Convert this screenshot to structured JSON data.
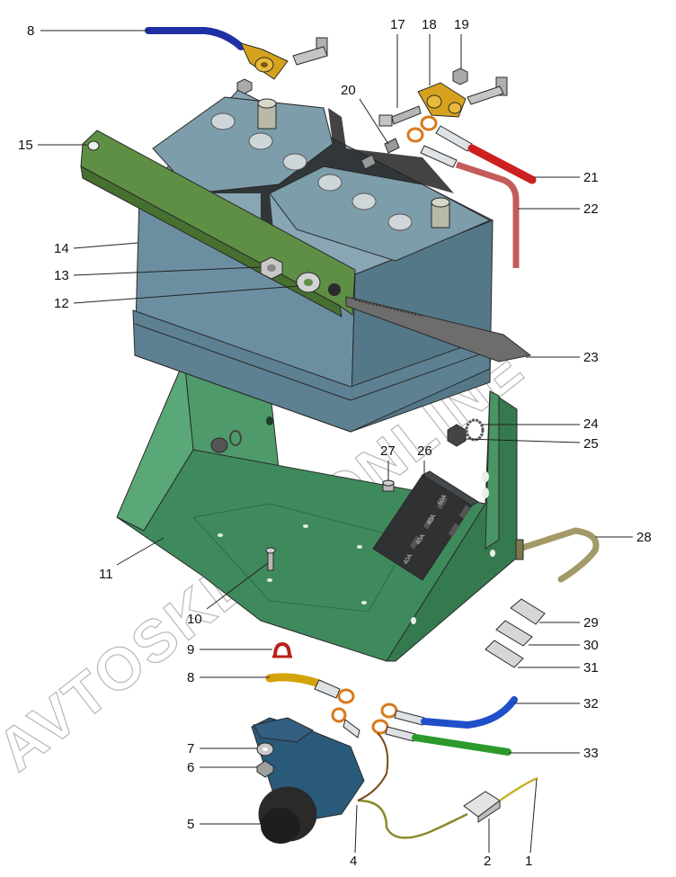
{
  "watermark": "AVTOSKLAD.ONLINE",
  "colors": {
    "battery": "#6b8fa0",
    "battery_top": "#88a6b3",
    "tray": "#3f8a5c",
    "tray_light": "#5aa877",
    "clamp_bar": "#5e8f45",
    "cable_red": "#cc1f1f",
    "cable_blue": "#1f4fc9",
    "cable_green": "#2b9a2b",
    "cable_yellow": "#d4a20a",
    "brass": "#d6a21e",
    "fuse_block": "#2f3133",
    "switch_body": "#2a5a7a"
  },
  "callouts": [
    {
      "id": "1",
      "label": "1"
    },
    {
      "id": "2",
      "label": "2"
    },
    {
      "id": "4",
      "label": "4"
    },
    {
      "id": "5",
      "label": "5"
    },
    {
      "id": "6",
      "label": "6"
    },
    {
      "id": "7",
      "label": "7"
    },
    {
      "id": "8a",
      "label": "8"
    },
    {
      "id": "8b",
      "label": "8"
    },
    {
      "id": "9",
      "label": "9"
    },
    {
      "id": "10",
      "label": "10"
    },
    {
      "id": "11",
      "label": "11"
    },
    {
      "id": "12",
      "label": "12"
    },
    {
      "id": "13",
      "label": "13"
    },
    {
      "id": "14",
      "label": "14"
    },
    {
      "id": "15",
      "label": "15"
    },
    {
      "id": "17",
      "label": "17"
    },
    {
      "id": "18",
      "label": "18"
    },
    {
      "id": "19",
      "label": "19"
    },
    {
      "id": "20",
      "label": "20"
    },
    {
      "id": "21",
      "label": "21"
    },
    {
      "id": "22",
      "label": "22"
    },
    {
      "id": "23",
      "label": "23"
    },
    {
      "id": "24",
      "label": "24"
    },
    {
      "id": "25",
      "label": "25"
    },
    {
      "id": "26",
      "label": "26"
    },
    {
      "id": "27",
      "label": "27"
    },
    {
      "id": "28",
      "label": "28"
    },
    {
      "id": "29",
      "label": "29"
    },
    {
      "id": "30",
      "label": "30"
    },
    {
      "id": "31",
      "label": "31"
    },
    {
      "id": "32",
      "label": "32"
    },
    {
      "id": "33",
      "label": "33"
    }
  ],
  "fuse_labels": [
    "40A",
    "40A",
    "40A",
    "60A"
  ]
}
